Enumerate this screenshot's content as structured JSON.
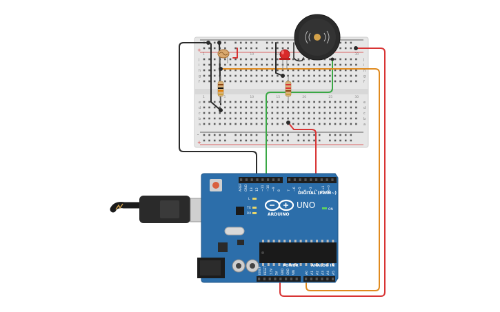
{
  "board": {
    "brand": "ARDUINO",
    "model": "UNO",
    "on_label": "ON",
    "digital_header_label": "DIGITAL (PWM~)",
    "power_header_label": "POWER",
    "analog_header_label": "ANALOG IN",
    "aref_label": "AREF",
    "gnd_label": "GND",
    "tx_label": "TX",
    "rx_label": "RX",
    "l_label": "L",
    "txrx_pin_labels": [
      "TX→1",
      "RX←0"
    ],
    "digital_pin_labels": [
      "13",
      "12",
      "~11",
      "~10",
      "~9",
      "8",
      "7",
      "~6",
      "~5",
      "4",
      "~3",
      "2"
    ],
    "power_pin_labels": [
      "IOREF",
      "RESET",
      "3.3V",
      "5V",
      "GND",
      "GND",
      "VIN"
    ],
    "analog_pin_labels": [
      "A0",
      "A1",
      "A2",
      "A3",
      "A4",
      "A5"
    ]
  },
  "breadboard": {
    "row_letters_top": [
      "j",
      "i",
      "h",
      "g",
      "f"
    ],
    "row_letters_bottom": [
      "e",
      "d",
      "c",
      "b",
      "a"
    ],
    "column_numbers": [
      "1",
      "5",
      "10",
      "15",
      "20",
      "25",
      "30"
    ],
    "rail_plus": "+",
    "rail_minus": "-"
  },
  "colors": {
    "board": "#2c6eaa",
    "wire_black": "#2a2a2a",
    "wire_red": "#d83434",
    "wire_orange": "#e08a1e",
    "wire_green": "#3aa845",
    "led": "#d92a2a",
    "buzzer": "#2b2b2b"
  }
}
